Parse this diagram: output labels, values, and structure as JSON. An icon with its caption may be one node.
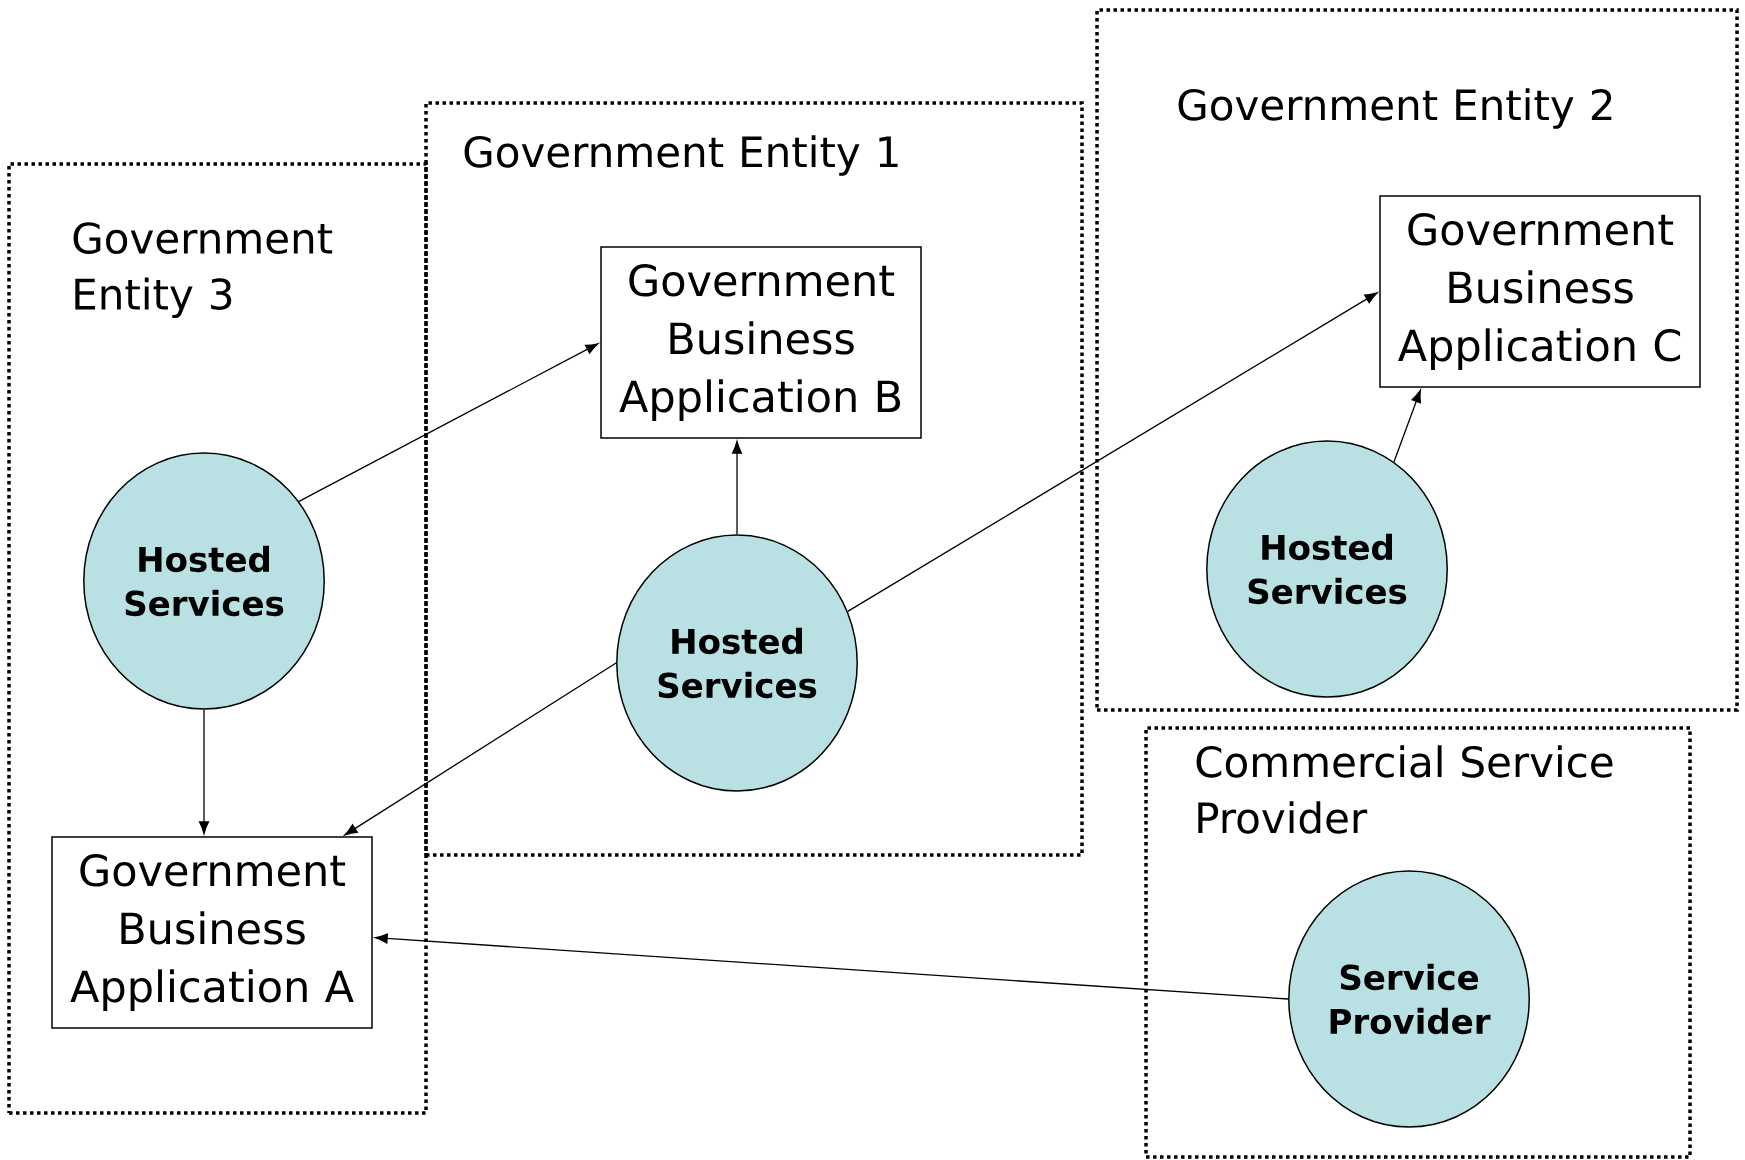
{
  "diagram": {
    "nodes": [
      {
        "text": [
          "Government Entity 3"
        ]
      },
      {
        "text": [
          "Hosted Services"
        ],
        "in": 0
      },
      {
        "text": [
          "Government Business Application A"
        ],
        "in": 0
      },
      {
        "text": [
          "Government Entity 1"
        ]
      },
      {
        "text": [
          "Government Business Application B"
        ],
        "in": 3
      },
      {
        "text": [
          "Hosted Services"
        ],
        "in": 3
      },
      {
        "text": [
          "Government Entity 2"
        ]
      },
      {
        "text": [
          "Government Business Application C"
        ],
        "in": 6
      },
      {
        "text": [
          "Hosted Services"
        ],
        "in": 6
      },
      {
        "text": [
          "Commercial Service Provider"
        ]
      },
      {
        "text": [
          "Service Provider"
        ],
        "in": 9
      }
    ],
    "edges": [
      {
        "from": 1,
        "to": 4,
        "arrow": "to"
      },
      {
        "from": 1,
        "to": 2,
        "arrow": "to"
      },
      {
        "from": 5,
        "to": 4,
        "arrow": "to"
      },
      {
        "from": 5,
        "to": 7,
        "arrow": "to"
      },
      {
        "from": 5,
        "to": 2,
        "arrow": "to"
      },
      {
        "from": 8,
        "to": 7,
        "arrow": "to"
      },
      {
        "from": 10,
        "to": 2,
        "arrow": "to"
      }
    ]
  }
}
